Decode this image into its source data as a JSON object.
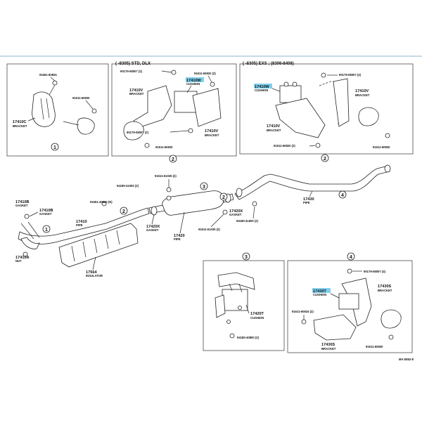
{
  "colors": {
    "highlight": "#7fd0ee",
    "ink": "#222222",
    "rule": "#c9dbe9"
  },
  "panel_std": {
    "header": "(  -8305) STD, DLX",
    "labels": {
      "nut": "90179-08007 (2)",
      "bolt_top": "91611-60820 (2)",
      "cushion_pn": "17410W",
      "cushion_name": "CUSHION",
      "bracket_left_pn": "17410V",
      "bracket_left_name": "BRACKET",
      "nut_bottom": "90179-08007 (2)",
      "bracket_right_pn": "17410V",
      "bracket_right_name": "BRACKET",
      "bolt_bottom": "91511-60830"
    },
    "ref": "2"
  },
  "panel_exs": {
    "header": "(  -8305) EXS ; (8306-8408)",
    "labels": {
      "nut": "90179-08007 (4)",
      "cushion_pn": "17410W",
      "cushion_name": "CUSHION",
      "bracket_right_pn": "17410V",
      "bracket_right_name": "BRACKET",
      "bracket_left_pn": "17410V",
      "bracket_left_name": "BRACKET",
      "bolt_left": "91511-60820 (2)",
      "bolt_right": "91511-60830"
    },
    "ref": "2"
  },
  "panel_one": {
    "labels": {
      "bolt_top": "91661-60825",
      "bolt_mid": "91511-60830",
      "bracket_pn": "17410C",
      "bracket_name": "BRACKET"
    },
    "ref": "1"
  },
  "main": {
    "labels": {
      "bolt_top": "91511-61035 (2)",
      "bolt_left": "94180-41000 (2)",
      "gasket_a_pn": "17410B",
      "gasket_a_name": "GASKET",
      "gasket_b_pn": "17410B",
      "gasket_b_name": "GASKET",
      "bolt_n": "91651-40820 (N)",
      "pipe_front_pn": "17410",
      "pipe_front_name": "PIPE",
      "nut_a_pn": "17410A",
      "nut_a_name": "NUT",
      "gasket_c_pn": "17420X",
      "gasket_c_name": "GASKET",
      "gasket_d_pn": "17420X",
      "gasket_d_name": "GASKET",
      "pipe_center_pn": "17420",
      "pipe_center_name": "PIPE",
      "bolt_bottom": "91611-61035 (2)",
      "nut_bottom": "94180-41600 (2)",
      "pipe_tail_pn": "17430",
      "pipe_tail_name": "PIPE",
      "insulator_pn": "17564",
      "insulator_name": "INSULATOR"
    },
    "refs": [
      "1",
      "2",
      "2",
      "3",
      "4"
    ]
  },
  "panel_three": {
    "labels": {
      "cushion_pn": "17420T",
      "cushion_name": "CUSHION",
      "nut": "94180-40800 (2)"
    },
    "ref": "3"
  },
  "panel_four": {
    "labels": {
      "nut": "90179-08007 (4)",
      "bracket_right_pn": "17430S",
      "bracket_right_name": "BRACKET",
      "cushion_pn": "17430T",
      "cushion_name": "CUSHION",
      "bolt_left": "91611-60816 (2)",
      "bracket_left_pn": "17430S",
      "bracket_left_name": "BRACKET",
      "bolt_right": "91611-60830"
    },
    "ref": "4"
  },
  "figure_code": "MA E852-8"
}
